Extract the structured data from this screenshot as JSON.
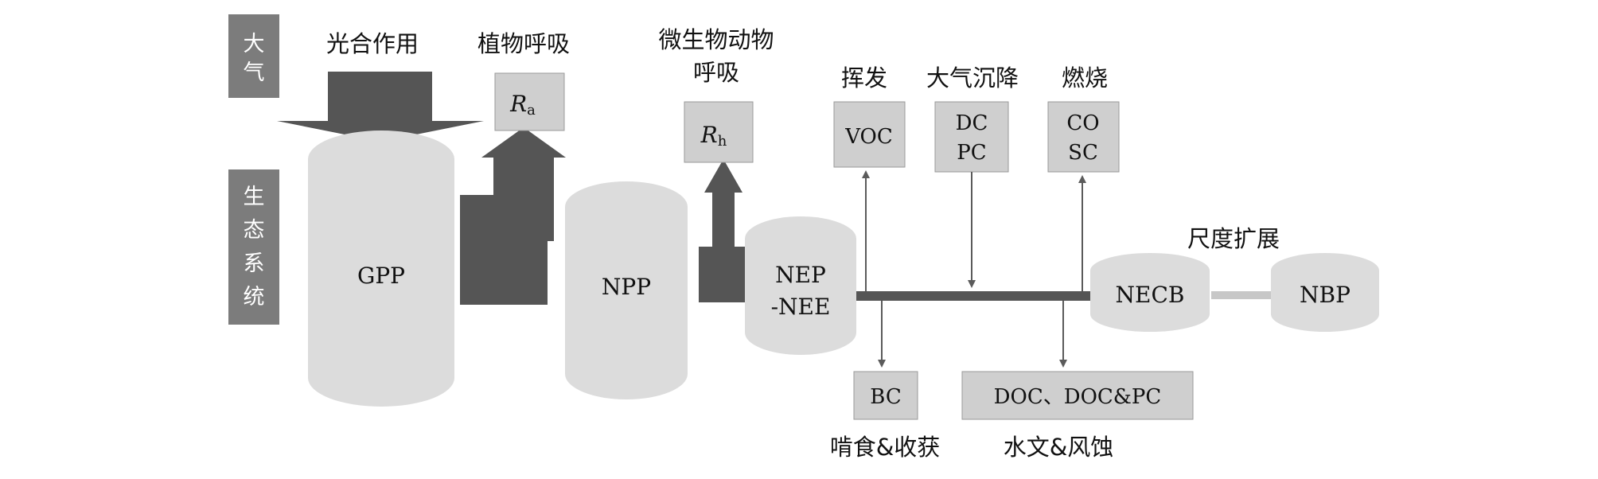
{
  "side_labels": {
    "atmosphere": "大气",
    "ecosystem": "生态系统"
  },
  "processes": {
    "photosynthesis": "光合作用",
    "plant_respiration": "植物呼吸",
    "microbe_animal_respiration_line1": "微生物动物",
    "microbe_animal_respiration_line2": "呼吸",
    "volatilization": "挥发",
    "atmospheric_deposition": "大气沉降",
    "combustion": "燃烧",
    "scale_expansion": "尺度扩展",
    "grazing_harvest": "啃食&收获",
    "hydrology_erosion": "水文&风蚀"
  },
  "pools": {
    "gpp": "GPP",
    "npp": "NPP",
    "nep_line1": "NEP",
    "nep_line2": "-NEE",
    "necb": "NECB",
    "nbp": "NBP"
  },
  "fluxes": {
    "ra_symbol": "R",
    "ra_subscript": "a",
    "rh_symbol": "R",
    "rh_subscript": "h",
    "voc": "VOC",
    "dc": "DC",
    "pc": "PC",
    "co": "CO",
    "sc": "SC",
    "bc": "BC",
    "doc": "DOC、DOC&PC"
  }
}
